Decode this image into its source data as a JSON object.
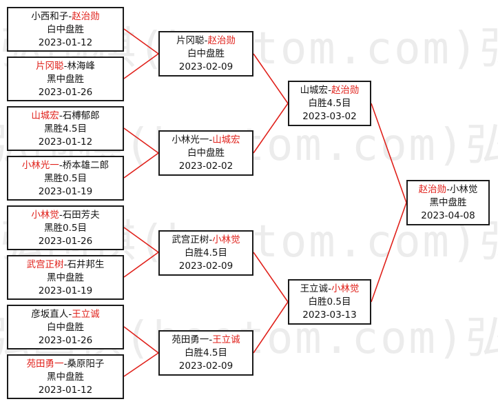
{
  "watermark": {
    "rows": [
      "弘 围 棋 ( h o e t o m . c o m ) 弘",
      "弘 围 棋 ( h o e t o m . c o m ) 弘"
    ]
  },
  "colors": {
    "winner": "#e0201a",
    "connector": "#e0201a",
    "border": "#1a1a1a"
  },
  "rounds": [
    [
      {
        "p1": "小西和子",
        "p2": "赵治勋",
        "winner": 2,
        "result": "白中盘胜",
        "date": "2023-01-12"
      },
      {
        "p1": "片冈聪",
        "p2": "林海峰",
        "winner": 1,
        "result": "黑中盘胜",
        "date": "2023-01-26"
      },
      {
        "p1": "山城宏",
        "p2": "石榑郁郎",
        "winner": 1,
        "result": "黑胜4.5目",
        "date": "2023-01-12"
      },
      {
        "p1": "小林光一",
        "p2": "桥本雄二郎",
        "winner": 1,
        "result": "黑胜0.5目",
        "date": "2023-01-19"
      },
      {
        "p1": "小林觉",
        "p2": "石田芳夫",
        "winner": 1,
        "result": "黑胜0.5目",
        "date": "2023-01-26"
      },
      {
        "p1": "武宫正树",
        "p2": "石井邦生",
        "winner": 1,
        "result": "黑中盘胜",
        "date": "2023-01-19"
      },
      {
        "p1": "彦坂直人",
        "p2": "王立诚",
        "winner": 2,
        "result": "白中盘胜",
        "date": "2023-01-26"
      },
      {
        "p1": "苑田勇一",
        "p2": "桑原阳子",
        "winner": 1,
        "result": "黑中盘胜",
        "date": "2023-01-12"
      }
    ],
    [
      {
        "p1": "片冈聪",
        "p2": "赵治勋",
        "winner": 2,
        "result": "白中盘胜",
        "date": "2023-02-09"
      },
      {
        "p1": "小林光一",
        "p2": "山城宏",
        "winner": 2,
        "result": "白中盘胜",
        "date": "2023-02-02"
      },
      {
        "p1": "武宫正树",
        "p2": "小林觉",
        "winner": 2,
        "result": "白胜4.5目",
        "date": "2023-02-09"
      },
      {
        "p1": "苑田勇一",
        "p2": "王立诚",
        "winner": 2,
        "result": "白胜4.5目",
        "date": "2023-02-09"
      }
    ],
    [
      {
        "p1": "山城宏",
        "p2": "赵治勋",
        "winner": 2,
        "result": "白胜4.5目",
        "date": "2023-03-02"
      },
      {
        "p1": "王立诚",
        "p2": "小林觉",
        "winner": 2,
        "result": "白胜0.5目",
        "date": "2023-03-13"
      }
    ],
    [
      {
        "p1": "赵治勋",
        "p2": "小林觉",
        "winner": 1,
        "result": "黑中盘胜",
        "date": "2023-04-08"
      }
    ]
  ]
}
